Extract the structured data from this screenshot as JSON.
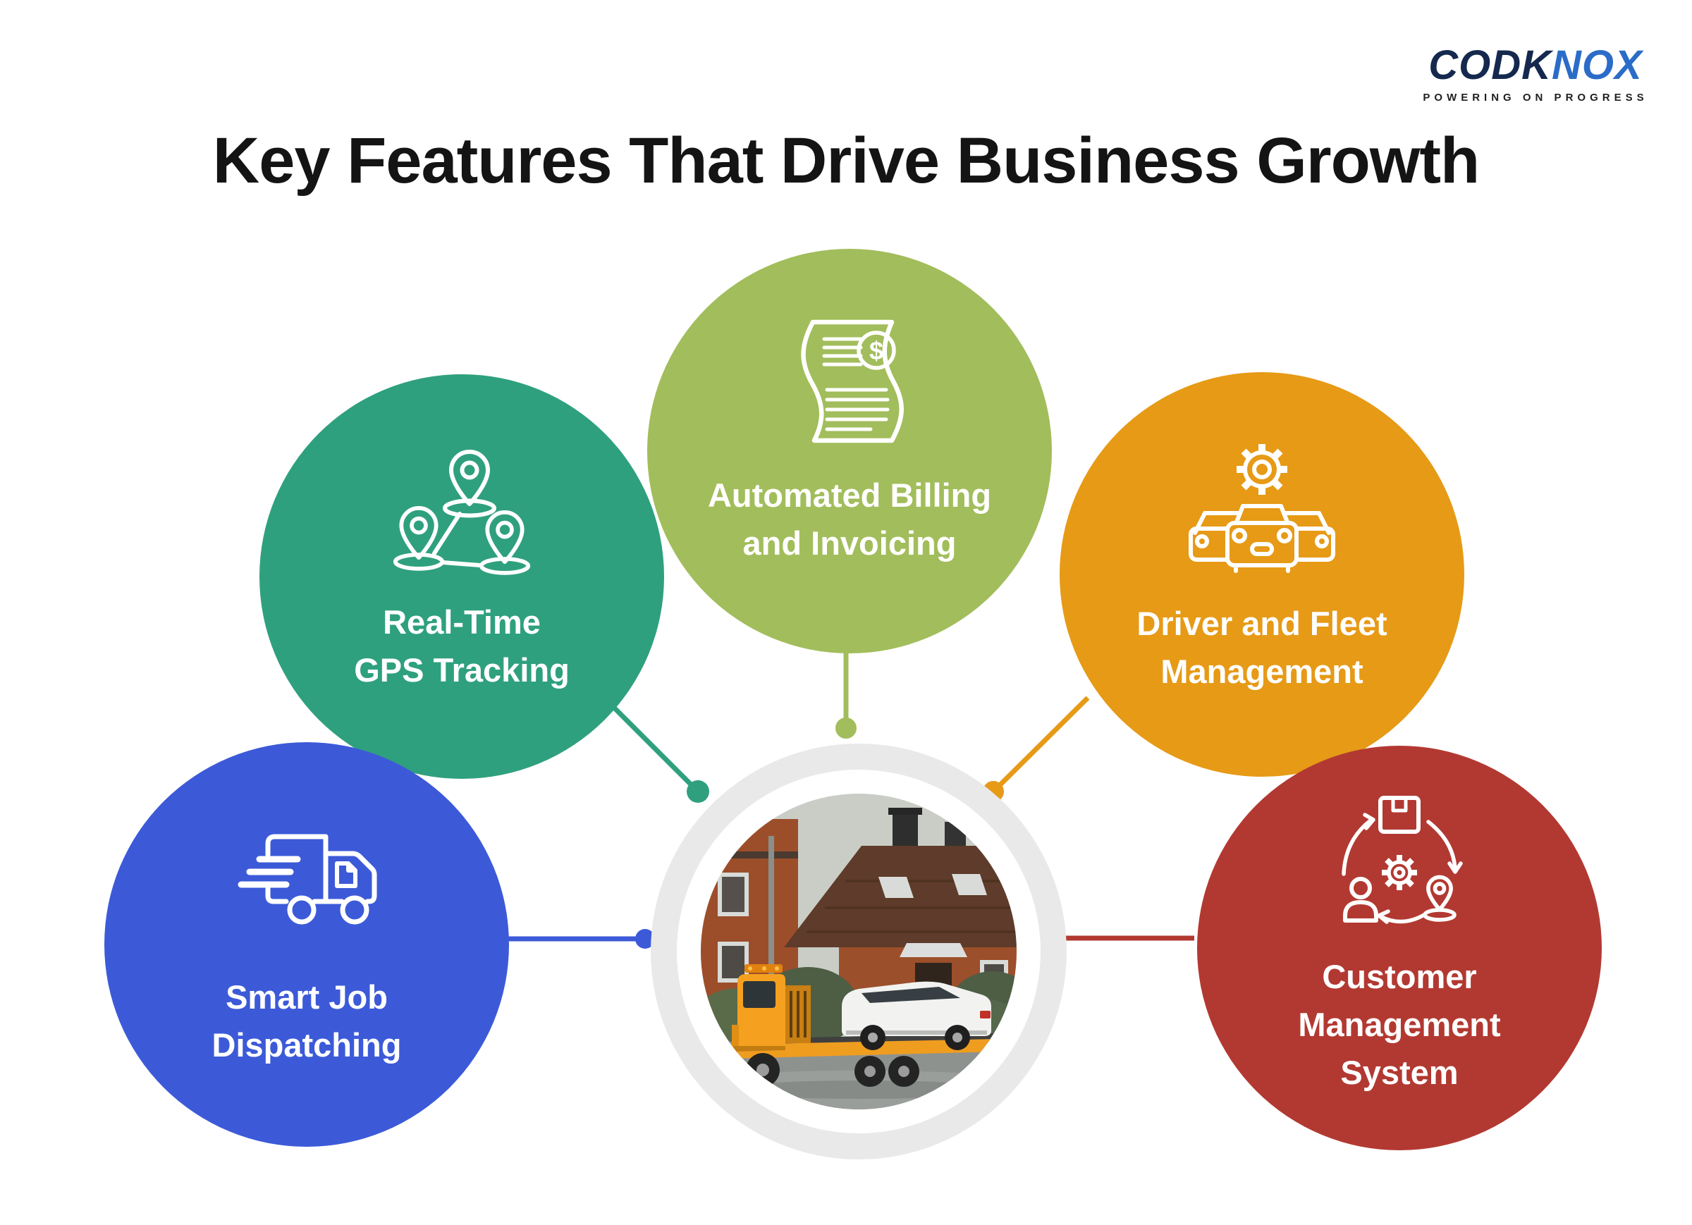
{
  "header": {
    "title": "Key Features That Drive Business Growth"
  },
  "logo": {
    "brand_primary": "CODK",
    "brand_secondary": "NOX",
    "tagline": "POWERING ON PROGRESS",
    "primary_color": "#15294E",
    "secondary_color": "#2B6CC8"
  },
  "features": [
    {
      "id": "real-time-gps-tracking",
      "icon": "map-pins-route-icon",
      "color": "#2FA07E",
      "lines": [
        "Real-Time",
        "GPS Tracking"
      ]
    },
    {
      "id": "automated-billing-and-invoicing",
      "icon": "invoice-dollar-icon",
      "color": "#A2BD5B",
      "lines": [
        "Automated Billing",
        "and Invoicing"
      ]
    },
    {
      "id": "driver-and-fleet-management",
      "icon": "gear-fleet-icon",
      "color": "#E69A16",
      "lines": [
        "Driver and Fleet",
        "Management"
      ]
    },
    {
      "id": "smart-job-dispatching",
      "icon": "dispatch-truck-icon",
      "color": "#3C5AD8",
      "lines": [
        "Smart Job",
        "Dispatching"
      ]
    },
    {
      "id": "customer-management-system",
      "icon": "customer-cycle-icon",
      "color": "#B23931",
      "lines": [
        "Customer",
        "Management",
        "System"
      ]
    }
  ],
  "center": {
    "photo_subject": "Orange flatbed tow truck carrying a white SUV in front of a brick house",
    "ring_color": "#E9E9E9"
  }
}
